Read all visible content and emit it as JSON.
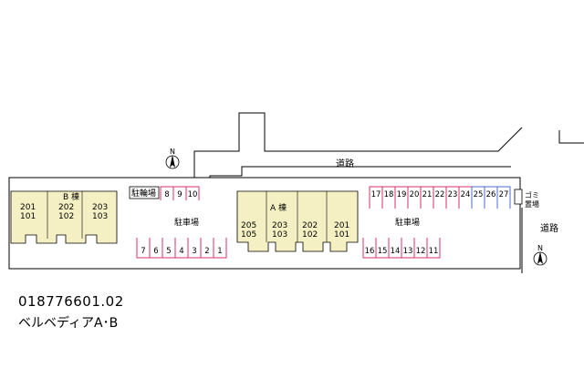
{
  "labels": {
    "road_top": "道路",
    "road_right": "道路",
    "bike_parking": "駐輪場",
    "parking_left": "駐車場",
    "parking_right": "駐車場",
    "garbage": "ゴミ置場",
    "north": "N"
  },
  "buildings": {
    "b": {
      "title": "B 棟",
      "units": [
        {
          "top": "201",
          "bottom": "101"
        },
        {
          "top": "202",
          "bottom": "102"
        },
        {
          "top": "203",
          "bottom": "103"
        }
      ]
    },
    "a": {
      "title": "A 棟",
      "units": [
        {
          "top": "205",
          "bottom": "105"
        },
        {
          "top": "203",
          "bottom": "103"
        },
        {
          "top": "202",
          "bottom": "102"
        },
        {
          "top": "201",
          "bottom": "101"
        }
      ]
    }
  },
  "spaces": {
    "bike": [
      "8",
      "9",
      "10"
    ],
    "left_row": [
      "7",
      "6",
      "5",
      "4",
      "3",
      "2",
      "1"
    ],
    "right_top": [
      "17",
      "18",
      "19",
      "20",
      "21",
      "22",
      "23",
      "24",
      "25",
      "26",
      "27"
    ],
    "right_top_blue": [
      "25",
      "26",
      "27"
    ],
    "right_bottom": [
      "16",
      "15",
      "14",
      "13",
      "12",
      "11"
    ]
  },
  "property": {
    "code": "018776601.02",
    "name": "ベルベディアA･B"
  },
  "colors": {
    "building_fill": "#f5f0c4",
    "space_red": "#d8306a",
    "space_blue": "#4a6bd0",
    "outline": "#000000"
  }
}
